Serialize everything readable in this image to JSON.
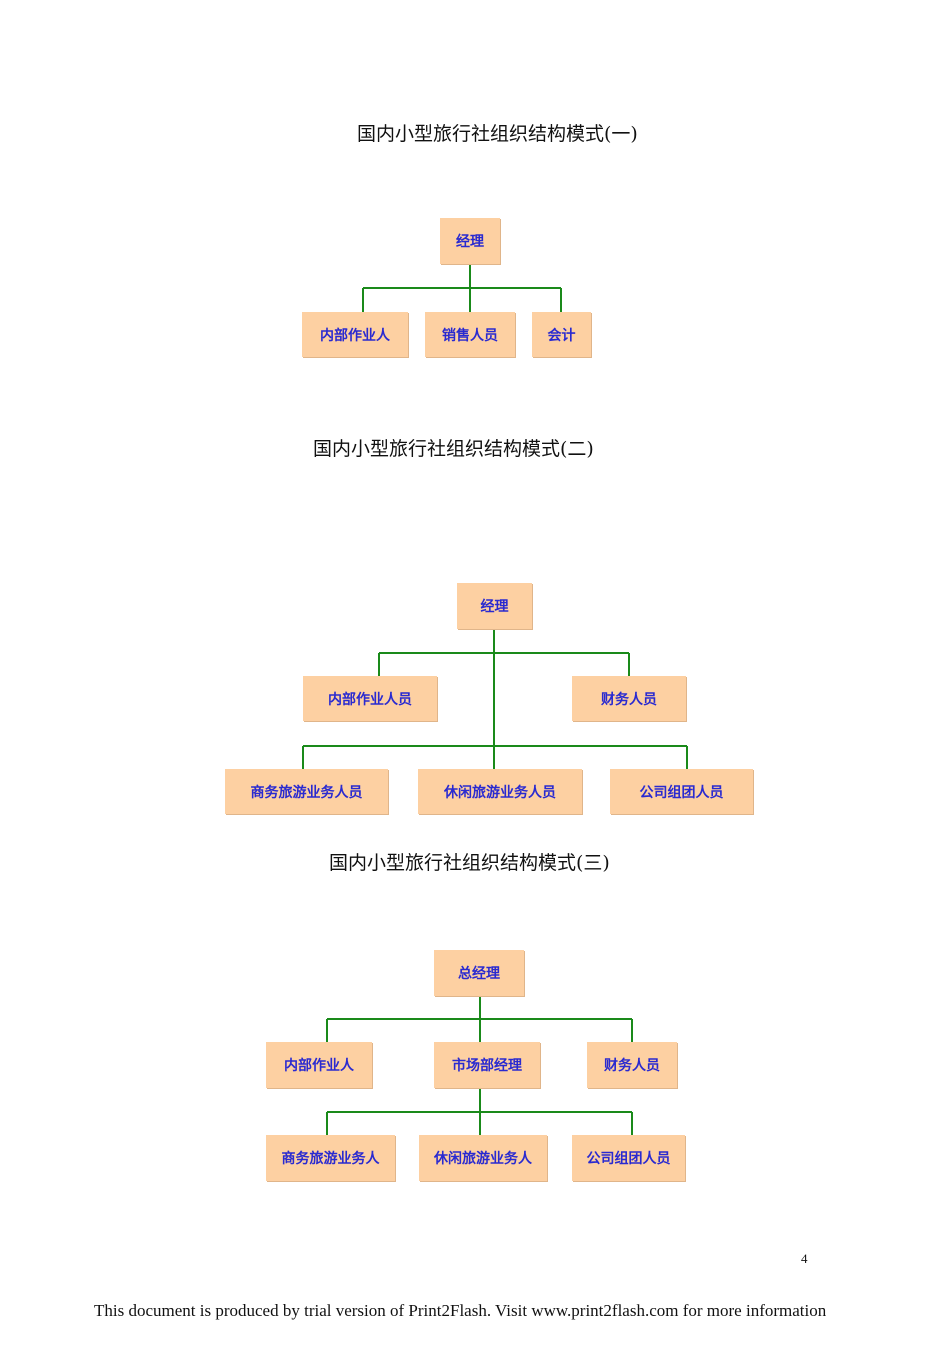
{
  "colors": {
    "box_fill": "#fdd0a2",
    "box_text": "#2a2ad0",
    "connector": "#1a8a1a"
  },
  "diagrams": [
    {
      "title": "国内小型旅行社组织结构模式(一)",
      "root": "经理",
      "level1": [
        "内部作业人",
        "销售人员",
        "会计"
      ]
    },
    {
      "title": "国内小型旅行社组织结构模式(二)",
      "root": "经理",
      "level1": [
        "内部作业人员",
        "财务人员"
      ],
      "level2": [
        "商务旅游业务人员",
        "休闲旅游业务人员",
        "公司组团人员"
      ]
    },
    {
      "title": "国内小型旅行社组织结构模式(三)",
      "root": "总经理",
      "level1": [
        "内部作业人",
        "市场部经理",
        "财务人员"
      ],
      "level2": [
        "商务旅游业务人",
        "休闲旅游业务人",
        "公司组团人员"
      ]
    }
  ],
  "page_number": "4",
  "footer": "This document is produced by trial version of Print2Flash. Visit www.print2flash.com for more information"
}
